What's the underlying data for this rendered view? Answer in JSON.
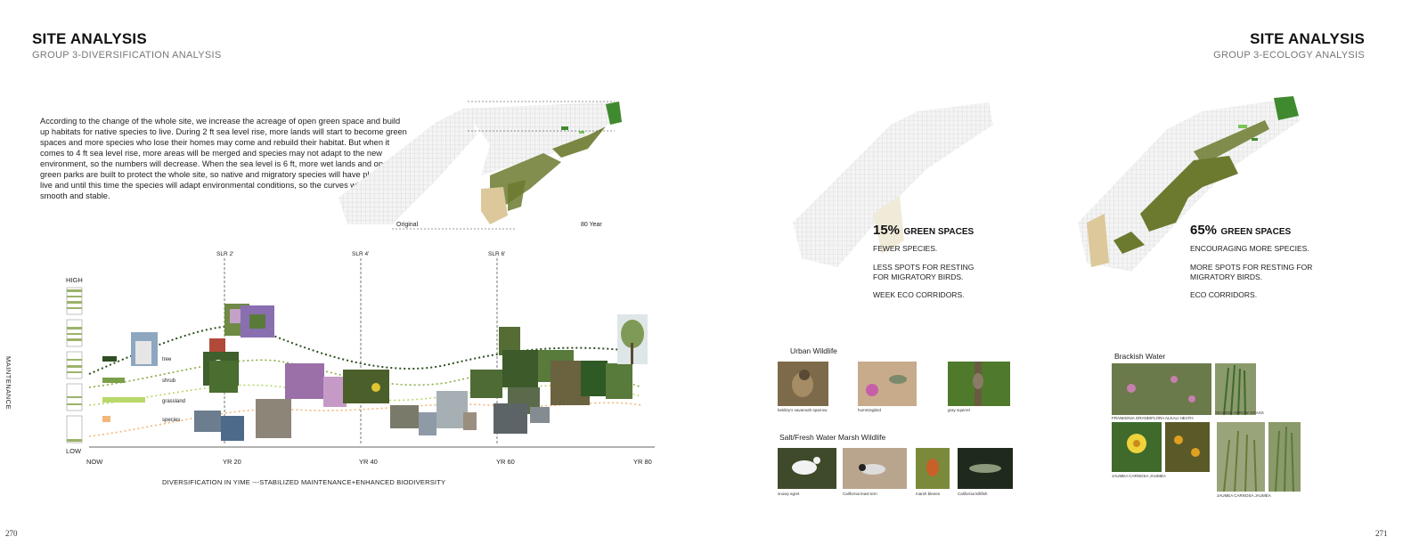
{
  "left": {
    "title": "SITE ANALYSIS",
    "subtitle": "GROUP 3-DIVERSIFICATION ANALYSIS",
    "paragraph": "According to the change of the whole site, we increase the acreage of open green space and build up habitats for native species to live. During 2 ft sea level rise, more lands will start to become green spaces and more species who lose their homes may come and rebuild their habitat. But when it comes to 4 ft sea level rise, more areas will be merged and species may not adapt to the new environment, so the numbers will decrease. When the sea level is 6 ft, more wet lands and open green parks are built to protect the whole site, so native and migratory species will have places to live and until this time the species will adapt environmental conditions, so the curves will become smooth and stable.",
    "map_labels": {
      "original": "Original",
      "year80": "80 Year"
    },
    "page_number": "270"
  },
  "chart": {
    "y_high": "HIGH",
    "y_low": "LOW",
    "y_label": "MAINTENANCE",
    "x_ticks": [
      "NOW",
      "YR 20",
      "YR 40",
      "YR 60",
      "YR 80"
    ],
    "slr_labels": [
      "SLR 2'",
      "SLR 4'",
      "SLR 6'"
    ],
    "x_title": "DIVERSIFICATION IN YIME ---STABILIZED MAINTENANCE+ENHANCED BIODIVERSITY",
    "legend": [
      "tree",
      "shrub",
      "grassland",
      "species"
    ],
    "colors": {
      "tree": "#2f4f23",
      "shrub": "#7aa04a",
      "grassland": "#b8d86a",
      "species": "#f2b77a"
    }
  },
  "right": {
    "title": "SITE ANALYSIS",
    "subtitle": "GROUP 3-ECOLOGY ANALYSIS",
    "original": {
      "pct": "15%",
      "label": "GREEN SPACES",
      "lines": [
        "FEWER SPECIES.",
        "LESS SPOTS FOR RESTING",
        "FOR MIGRATORY BIRDS.",
        "WEEK ECO CORRIDORS."
      ]
    },
    "future": {
      "pct": "65%",
      "label": "GREEN SPACES",
      "lines": [
        "ENCOURAGING MORE SPECIES.",
        "MORE SPOTS FOR RESTING FOR",
        "MIGRATORY BIRDS.",
        "ECO CORRIDORS."
      ]
    },
    "urban_wildlife": {
      "title": "Urban Wildlife",
      "captions": [
        "beldiny's savannah sparrow",
        "hummingbird",
        "gray squirrel"
      ]
    },
    "marsh_wildlife": {
      "title": "Salt/Fresh Water Marsh Wildlife",
      "captions": [
        "snowy egret",
        "California least tern",
        "marsh blenen",
        "California killifish"
      ]
    },
    "brackish": {
      "title": "Brackish Water",
      "captions": [
        "FRANKENIA GRANDIFLORA ALKALI HEATH",
        "SEASIDE ARROW GRASS",
        "JAUMEA CARNOSA JAUMEA",
        "JAUMEA CARNOSA JAUMEA"
      ]
    },
    "page_number": "271"
  }
}
